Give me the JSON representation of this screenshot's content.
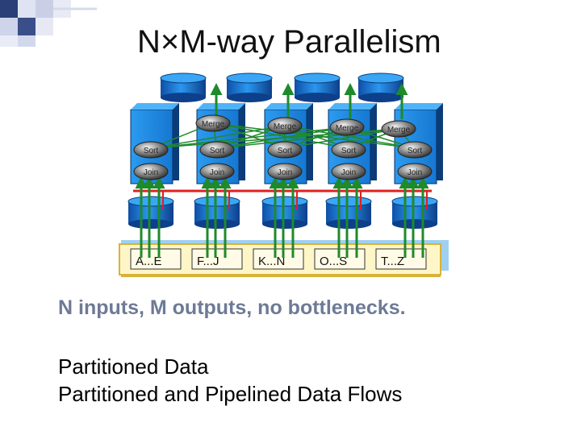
{
  "slide": {
    "title": "N×M-way Parallelism",
    "subtitle": "N inputs, M outputs, no bottlenecks.",
    "lines": [
      "Partitioned Data",
      "Partitioned and Pipelined Data Flows"
    ]
  },
  "diagram": {
    "nodes": [
      {
        "merge": "Merge",
        "sort": "Sort",
        "join": "Join"
      },
      {
        "merge": "Merge",
        "sort": "Sort",
        "join": "Join"
      },
      {
        "merge": "Merge",
        "sort": "Sort",
        "join": "Join"
      },
      {
        "merge": "Merge",
        "sort": "Sort",
        "join": "Join"
      },
      {
        "merge": "",
        "sort": "Sort",
        "join": "Join"
      }
    ],
    "partitions": [
      "A...E",
      "F...J",
      "K...N",
      "O...S",
      "T...Z"
    ],
    "colors": {
      "server": "#1f8fe6",
      "server_dark": "#0c3c78",
      "disk": "#1a78d8",
      "green_arrow": "#1f8a2a",
      "red_line": "#e02020",
      "partition_box": "#fff6c8",
      "partition_border": "#d9b23a"
    }
  }
}
